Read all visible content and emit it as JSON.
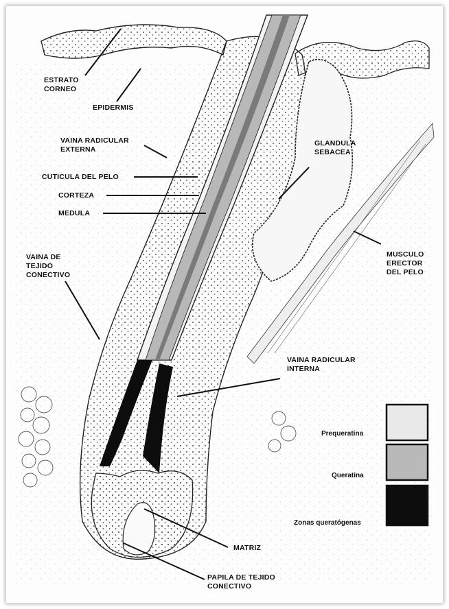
{
  "labels": {
    "estrato_corneo_1": "ESTRATO",
    "estrato_corneo_2": "CORNEO",
    "epidermis": "EPIDERMIS",
    "vaina_externa_1": "VAINA RADICULAR",
    "vaina_externa_2": "EXTERNA",
    "cuticula": "CUTICULA DEL PELO",
    "corteza": "CORTEZA",
    "medula": "MEDULA",
    "glandula_1": "GLANDULA",
    "glandula_2": "SEBACEA",
    "vaina_tejido_1": "VAINA DE",
    "vaina_tejido_2": "TEJIDO",
    "vaina_tejido_3": "CONECTIVO",
    "musculo_1": "MUSCULO",
    "musculo_2": "ERECTOR",
    "musculo_3": "DEL PELO",
    "vaina_interna_1": "VAINA RADICULAR",
    "vaina_interna_2": "INTERNA",
    "matriz": "MATRIZ",
    "papila_1": "PAPILA DE TEJIDO",
    "papila_2": "CONECTIVO"
  },
  "legend": [
    {
      "label": "Prequeratina",
      "color": "#e9e9e9"
    },
    {
      "label": "Queratina",
      "color": "#b9b9b9"
    },
    {
      "label": "Zonas queratógenas",
      "color": "#0d0d0d"
    }
  ]
}
